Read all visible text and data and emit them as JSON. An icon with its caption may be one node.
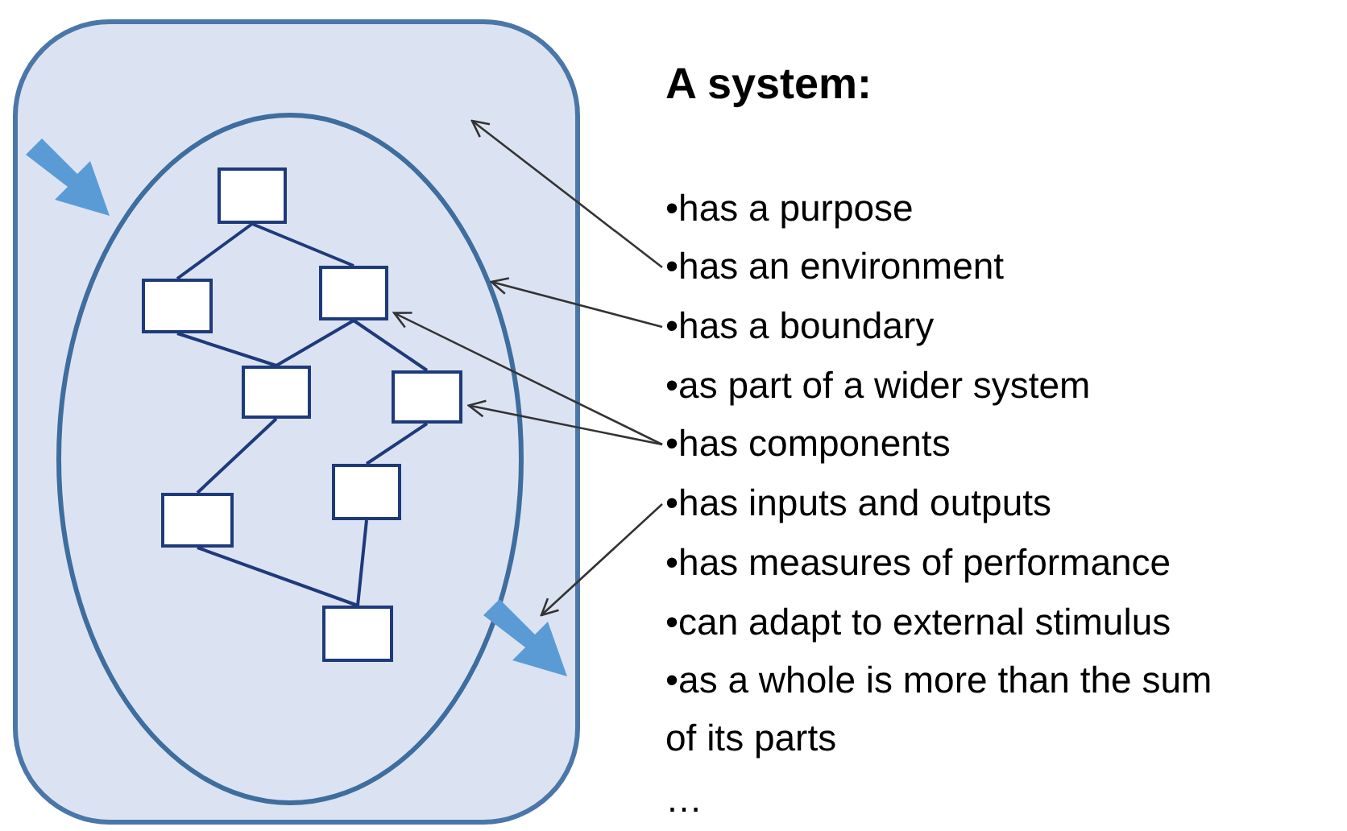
{
  "diagram": {
    "title": "A system:",
    "nodes": [
      {
        "text": [],
        "shape": "box"
      },
      {
        "text": [],
        "shape": "circle",
        "in": 0
      },
      {
        "text": [],
        "shape": "box",
        "in": 1
      },
      {
        "text": [],
        "shape": "box",
        "in": 1
      },
      {
        "text": [],
        "shape": "box",
        "in": 1
      },
      {
        "text": [],
        "shape": "box",
        "in": 1
      },
      {
        "text": [],
        "shape": "box",
        "in": 1
      },
      {
        "text": [],
        "shape": "box",
        "in": 1
      },
      {
        "text": [],
        "shape": "box",
        "in": 1
      },
      {
        "text": [],
        "shape": "box",
        "in": 1
      },
      {
        "text": [],
        "shape": "arrow",
        "in": 0
      },
      {
        "text": [],
        "shape": "arrow",
        "in": 0
      },
      {
        "text": [
          "•has an environment"
        ]
      },
      {
        "text": [
          "•has a boundary"
        ]
      },
      {
        "text": [
          "•has components"
        ]
      },
      {
        "text": [
          "•has inputs and outputs"
        ]
      }
    ],
    "edges": [
      {
        "from": 2,
        "to": 3,
        "arrow": "none"
      },
      {
        "from": 2,
        "to": 4,
        "arrow": "none"
      },
      {
        "from": 3,
        "to": 5,
        "arrow": "none"
      },
      {
        "from": 4,
        "to": 5,
        "arrow": "none"
      },
      {
        "from": 4,
        "to": 6,
        "arrow": "none"
      },
      {
        "from": 5,
        "to": 7,
        "arrow": "none"
      },
      {
        "from": 6,
        "to": 8,
        "arrow": "none"
      },
      {
        "from": 7,
        "to": 9,
        "arrow": "none"
      },
      {
        "from": 8,
        "to": 9,
        "arrow": "none"
      },
      {
        "from": 12,
        "to": 0,
        "arrow": "to"
      },
      {
        "from": 13,
        "to": 1,
        "arrow": "to"
      },
      {
        "from": 14,
        "to": 4,
        "arrow": "to"
      },
      {
        "from": 14,
        "to": 6,
        "arrow": "to"
      },
      {
        "from": 15,
        "to": 11,
        "arrow": "to"
      }
    ],
    "labels": [
      "•has a purpose",
      "•as part of a wider system",
      "•has measures of performance",
      "•can adapt to external stimulus",
      "•as a whole is more than the sum of its parts",
      "…"
    ]
  }
}
